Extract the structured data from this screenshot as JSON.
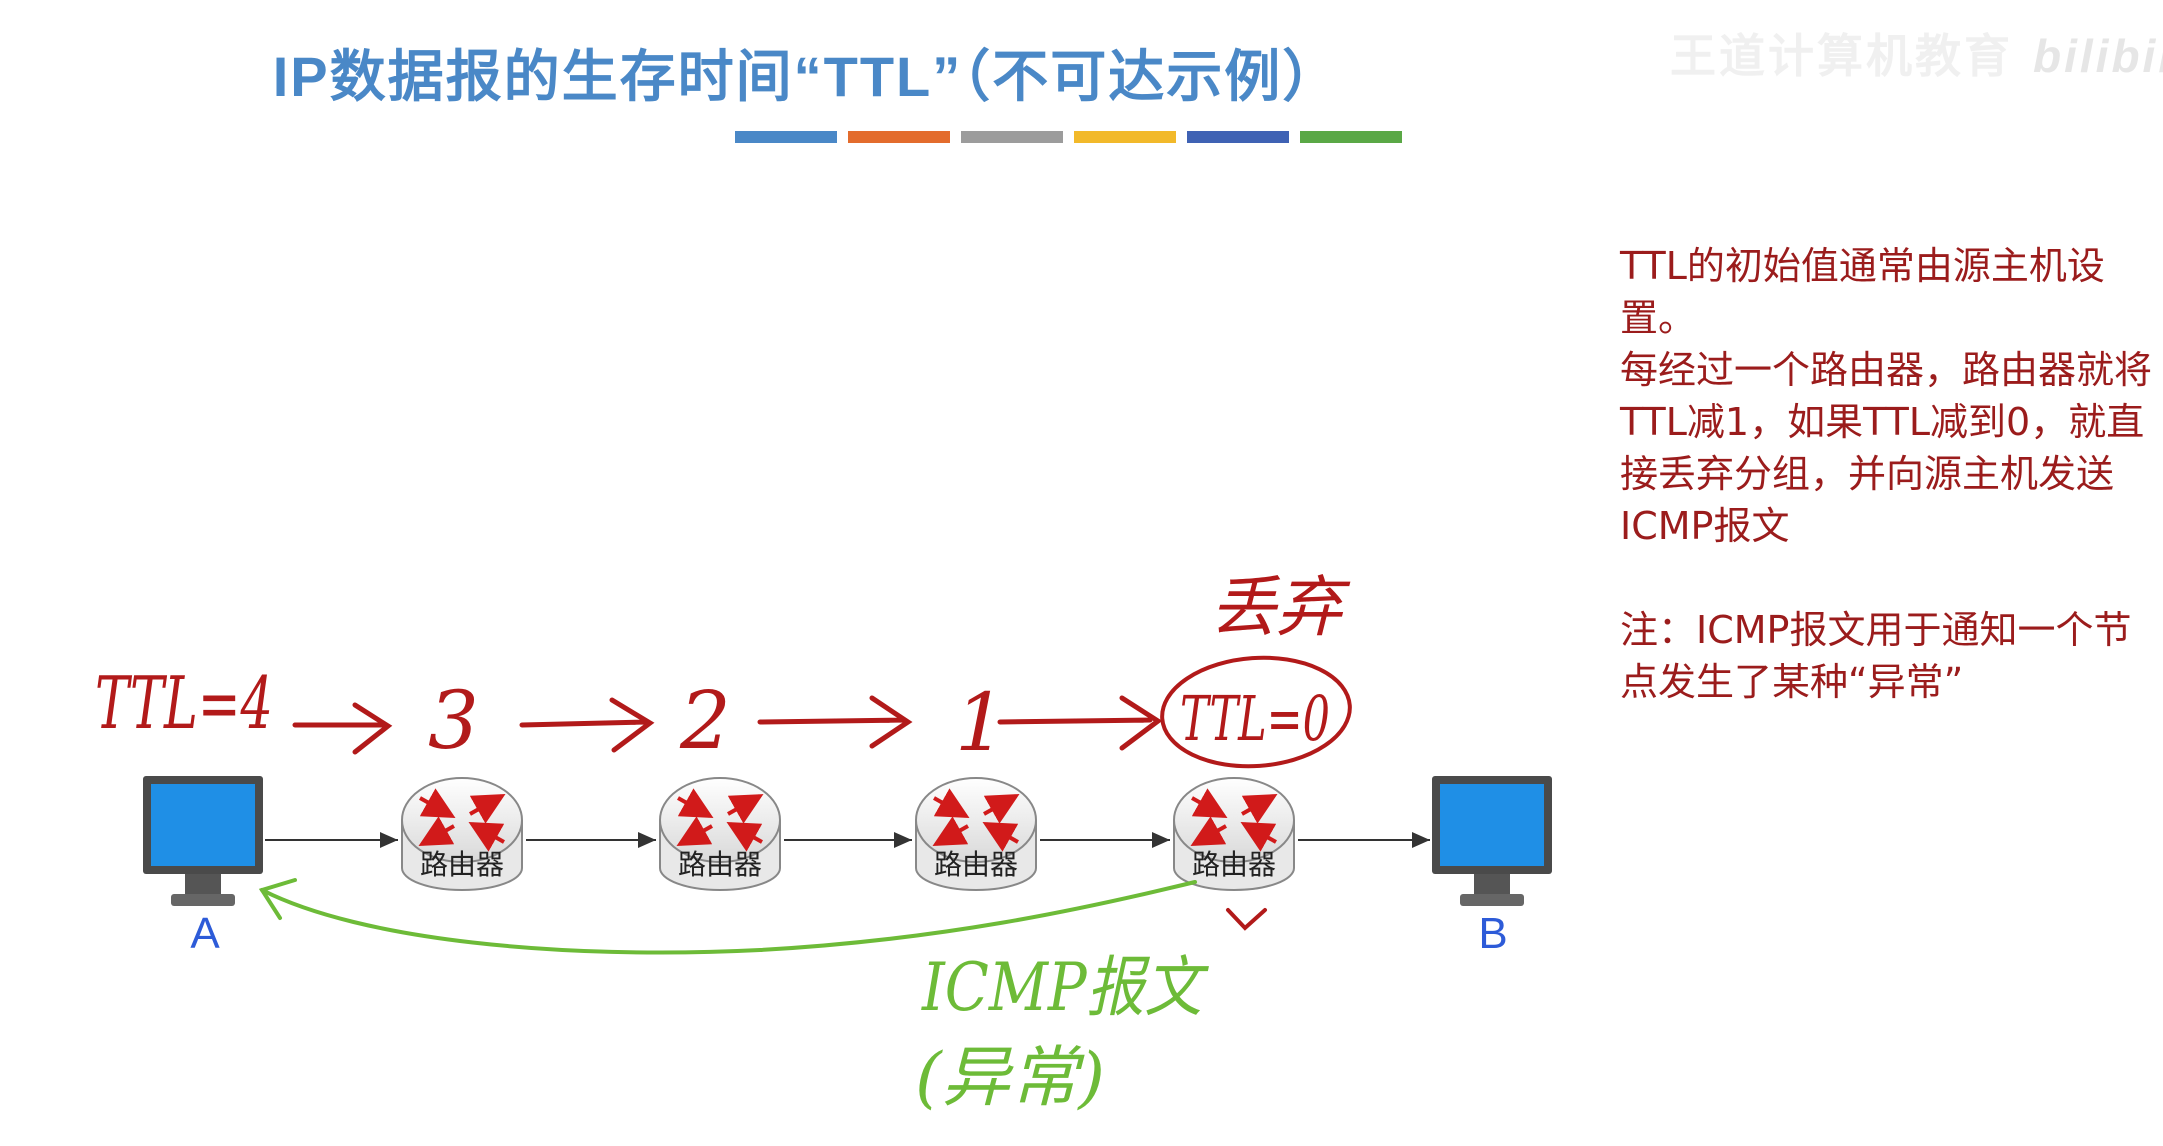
{
  "title": "IP数据报的生存时间“TTL”（不可达示例）",
  "title_bar_colors": [
    "#4a88c7",
    "#e36c2d",
    "#9c9c9c",
    "#f2b92a",
    "#3f62b4",
    "#5aa846"
  ],
  "watermark": {
    "text": "王道计算机教育",
    "logo": "bilibili"
  },
  "note": {
    "line1": "TTL的初始值通常由源主机设置。",
    "line2": "每经过一个路由器，路由器就将TTL减1，如果TTL减到0，就直接丢弃分组，并向源主机发送ICMP报文",
    "line3": "注：ICMP报文用于通知一个节点发生了某种“异常”"
  },
  "hosts": {
    "a": "A",
    "b": "B"
  },
  "routers": [
    "路由器",
    "路由器",
    "路由器",
    "路由器"
  ],
  "handwriting": {
    "ttl_start": "TTL=4",
    "hop_values": [
      "3",
      "2",
      "1"
    ],
    "ttl_end": "TTL=0",
    "discard": "丢弃",
    "icmp": "ICMP报文",
    "icmp_note": "(异常)"
  },
  "colors": {
    "title": "#4a88c7",
    "note_text": "#9b1c1c",
    "handwriting_red": "#b21a1a",
    "handwriting_green": "#6dbb38",
    "host_label": "#2d5bd8",
    "router_arrow": "#d11a1a",
    "screen": "#1f8fe6"
  }
}
